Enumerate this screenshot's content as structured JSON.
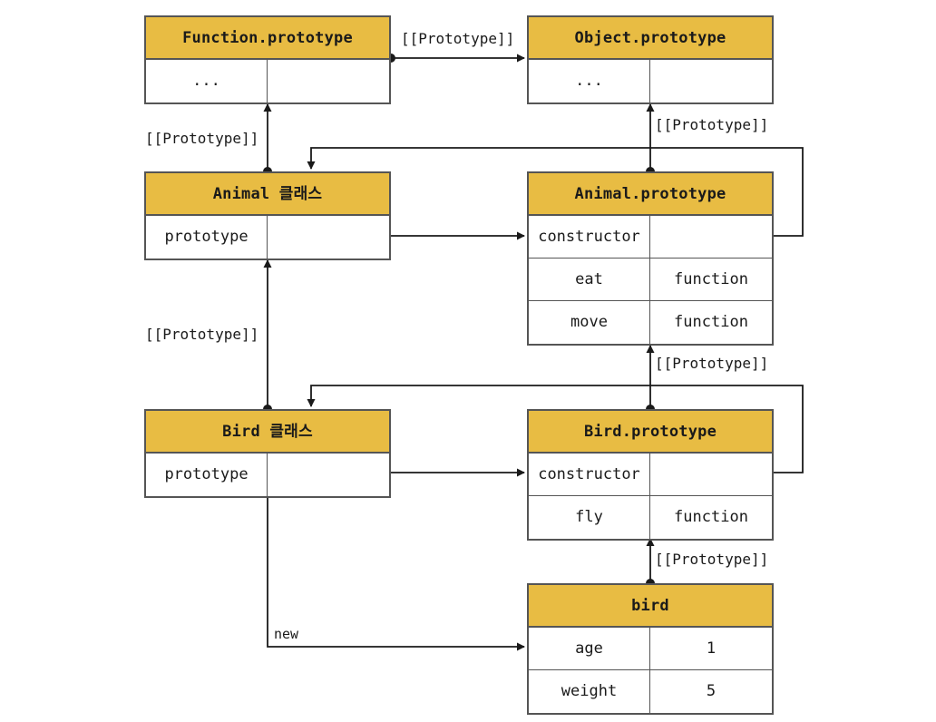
{
  "diagram": {
    "title": "JavaScript prototype chain diagram",
    "accent_color": "#E8BC43",
    "line_color": "#333333",
    "border_color": "#555555"
  },
  "boxes": {
    "function_prototype": {
      "title": "Function.prototype",
      "rows": [
        {
          "key": "...",
          "value": ""
        }
      ]
    },
    "object_prototype": {
      "title": "Object.prototype",
      "rows": [
        {
          "key": "...",
          "value": ""
        }
      ]
    },
    "animal_class": {
      "title": "Animal 클래스",
      "rows": [
        {
          "key": "prototype",
          "value": ""
        }
      ]
    },
    "animal_prototype": {
      "title": "Animal.prototype",
      "rows": [
        {
          "key": "constructor",
          "value": ""
        },
        {
          "key": "eat",
          "value": "function"
        },
        {
          "key": "move",
          "value": "function"
        }
      ]
    },
    "bird_class": {
      "title": "Bird 클래스",
      "rows": [
        {
          "key": "prototype",
          "value": ""
        }
      ]
    },
    "bird_prototype": {
      "title": "Bird.prototype",
      "rows": [
        {
          "key": "constructor",
          "value": ""
        },
        {
          "key": "fly",
          "value": "function"
        }
      ]
    },
    "bird_instance": {
      "title": "bird",
      "rows": [
        {
          "key": "age",
          "value": "1"
        },
        {
          "key": "weight",
          "value": "5"
        }
      ]
    }
  },
  "edge_labels": {
    "function_to_object": "[[Prototype]]",
    "animal_class_to_function": "[[Prototype]]",
    "animal_proto_to_object": "[[Prototype]]",
    "bird_class_to_animal_class": "[[Prototype]]",
    "bird_proto_to_animal_proto": "[[Prototype]]",
    "bird_instance_to_bird_proto": "[[Prototype]]",
    "new_instance": "new"
  }
}
